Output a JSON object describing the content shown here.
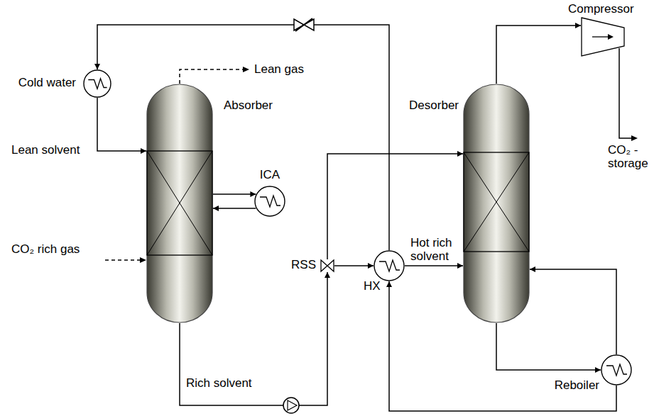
{
  "diagram": {
    "nodes": [
      {
        "text": [
          "Absorber"
        ]
      },
      {
        "text": [
          "Cold water"
        ]
      },
      {
        "text": [
          "ICA"
        ]
      },
      {
        "text": [
          "RSS"
        ]
      },
      {
        "text": [
          "HX"
        ]
      },
      {
        "text": [
          "Desorber"
        ]
      },
      {
        "text": [
          "Reboiler"
        ]
      },
      {
        "text": [
          "Compressor"
        ]
      }
    ],
    "edges": [
      {
        "from": 0,
        "to": 2,
        "arrow": "to"
      },
      {
        "from": 2,
        "to": 0,
        "arrow": "to"
      },
      {
        "from": 0,
        "to": 3,
        "arrow": "to"
      },
      {
        "from": 3,
        "to": 5,
        "arrow": "to"
      },
      {
        "from": 3,
        "to": 4,
        "arrow": "to"
      },
      {
        "from": 4,
        "to": 5,
        "arrow": "to"
      },
      {
        "from": 5,
        "to": 6,
        "arrow": "to"
      },
      {
        "from": 6,
        "to": 5,
        "arrow": "to"
      },
      {
        "from": 6,
        "to": 4,
        "arrow": "to"
      },
      {
        "from": 4,
        "to": 1,
        "arrow": "to"
      },
      {
        "from": 1,
        "to": 0,
        "arrow": "to"
      },
      {
        "from": 5,
        "to": 7,
        "arrow": "to"
      }
    ],
    "labels": [
      "Lean gas",
      "Lean solvent",
      "CO₂ rich gas",
      "Rich solvent",
      "Hot rich solvent",
      "CO₂ - storage"
    ]
  }
}
